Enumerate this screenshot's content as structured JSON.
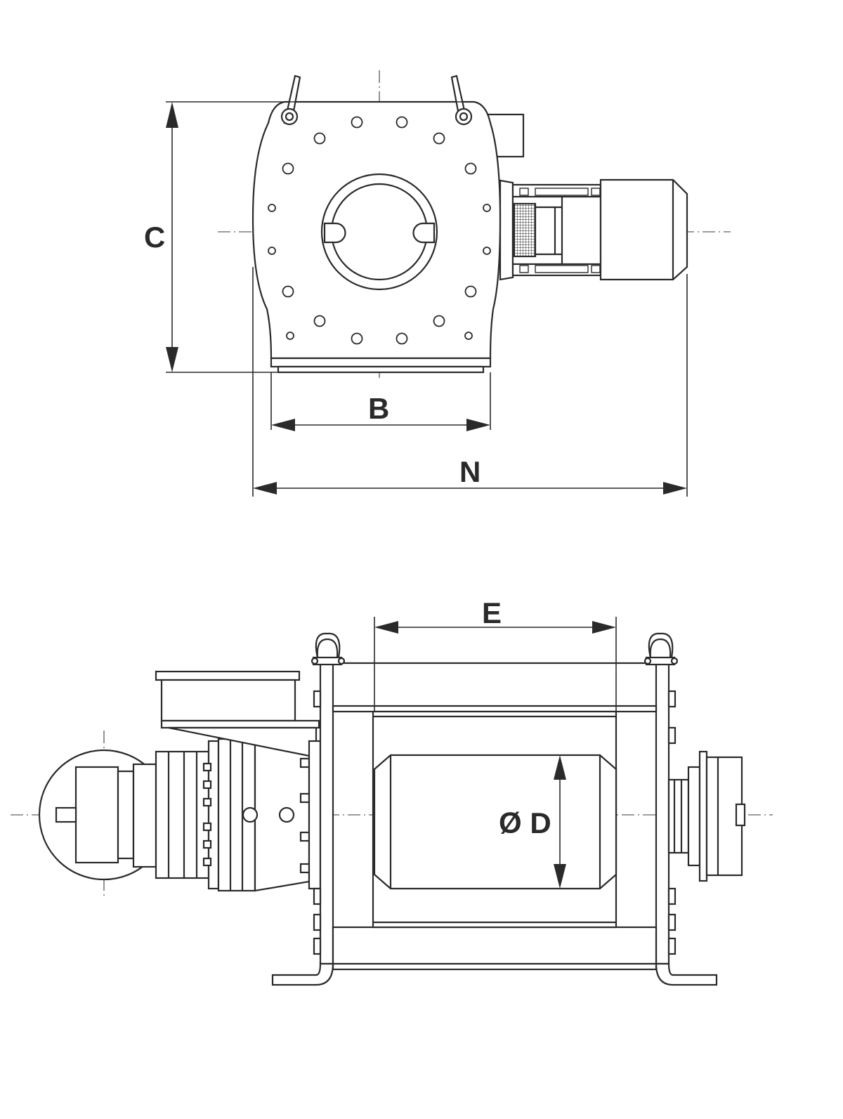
{
  "drawing": {
    "dimension_labels": {
      "C": "C",
      "B": "B",
      "N": "N",
      "E": "E",
      "D": "Ø D"
    },
    "colors": {
      "line": "#2a2a2a",
      "background": "#ffffff"
    }
  }
}
